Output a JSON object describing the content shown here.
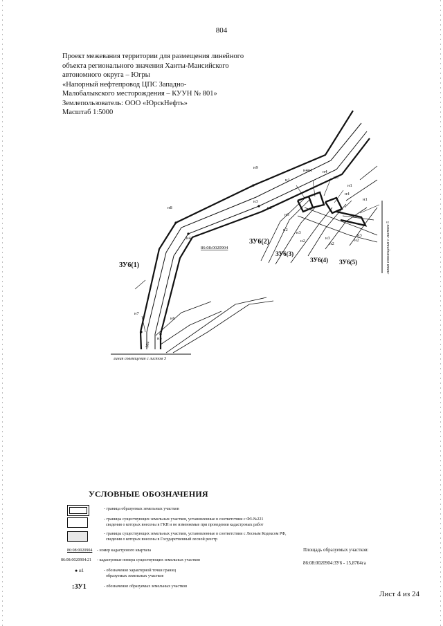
{
  "page_number": "804",
  "header": {
    "lines": [
      "Проект межевания территории для размещения линейного",
      "объекта регионального значения Ханты-Мансийского",
      "автономного округа – Югры",
      "«Напорный нефтепровод ЦПС Западно-",
      "Малобалыкского месторождения – КУУН № 801»",
      "Землепользователь: ООО «ЮрскНефть»",
      "Масштаб 1:5000"
    ]
  },
  "map": {
    "quarter_number": "86:08:0020904",
    "plots": [
      "ЗУ6(1)",
      "ЗУ6(2)",
      "ЗУ6(3)",
      "ЗУ6(4)",
      "ЗУ6(5)"
    ],
    "points": [
      "н9",
      "н8",
      "н4",
      "н3",
      "н2",
      "н1",
      "н7",
      "н6",
      "н5",
      "н4н1",
      "н4",
      "н5",
      "н1",
      "н4",
      "н1",
      "н3",
      "н2",
      "н3",
      "н2",
      "н3",
      "н2",
      "н3",
      "н2"
    ],
    "bottom_line_label": "линия совмещения с листом 3",
    "right_line_label": "линия совмещения с листом 5",
    "small_label": "364"
  },
  "legend": {
    "title": "УСЛОВНЫЕ ОБОЗНАЧЕНИЯ",
    "items": [
      {
        "text": "- граница образуемых земельных участков"
      },
      {
        "text": "- границы существующих земельных участков, установленные в соответствии с ФЗ-№221\n  сведения о которых внесены в ГКН и не изменяемые при проведении кадастровых работ"
      },
      {
        "text": "- границы существующих земельных участков, установленные в соответствии с Лесным Кодексом РФ,\n  сведения о которых внесены в Государственный лесной реестр"
      },
      {
        "sample": "86:08:0020904",
        "text": "- номер кадастрового квартала"
      },
      {
        "sample": "86:08:0020904:21",
        "text": "- кадастровые номера существующих земельных участков"
      },
      {
        "sample": "н1",
        "text": "- обозначение характерной точки границ\n  образуемых земельных участков"
      },
      {
        "sample": ":ЗУ1",
        "text": "- обозначение образуемых земельных участков"
      }
    ]
  },
  "area": {
    "title": "Площадь образуемых участков:",
    "value": "86:08:0020904:ЗУ6 - 15,8704га"
  },
  "sheet": "Лист 4 из 24"
}
